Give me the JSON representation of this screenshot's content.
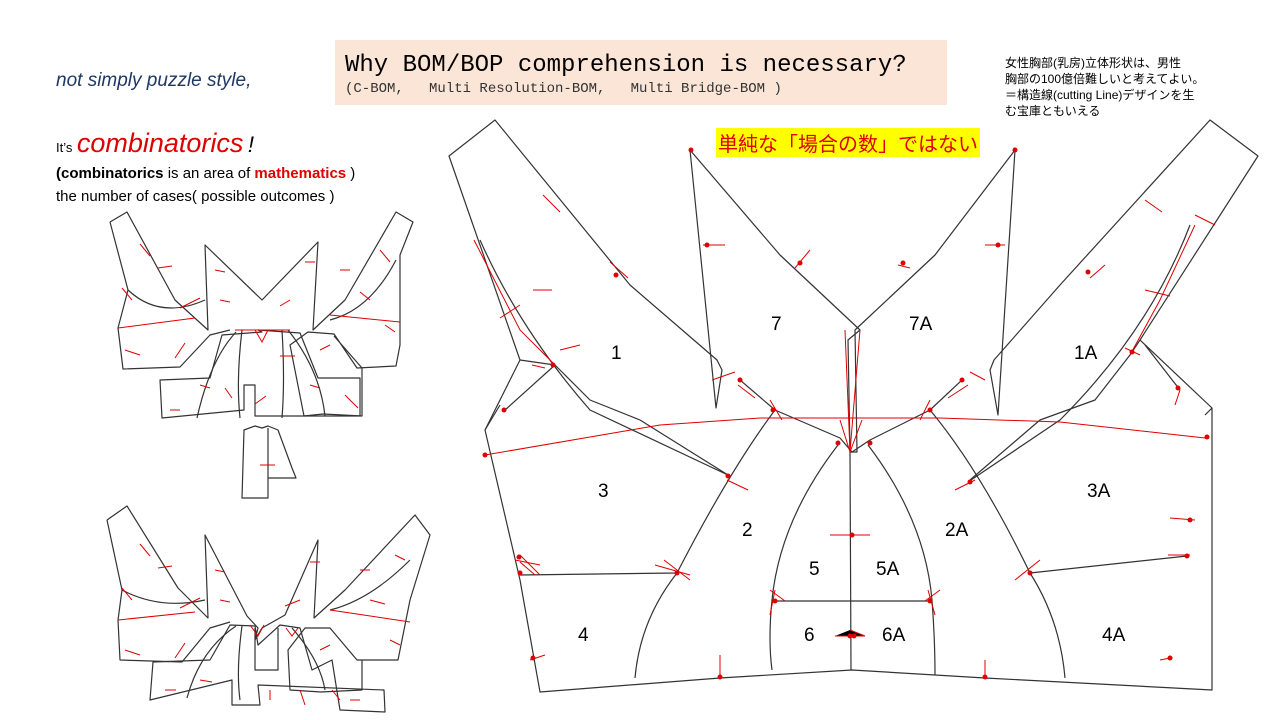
{
  "title": {
    "main": "Why BOM/BOP comprehension is necessary?",
    "sub": "(C-BOM,   Multi Resolution-BOM,   Multi Bridge-BOM )"
  },
  "japanese_note": {
    "line1": "女性胸部(乳房)立体形状は、男性",
    "line2": "胸部の100億倍難しいと考えてよい。",
    "line3": "＝構造線(cutting Line)デザインを生",
    "line4": "む宝庫ともいえる"
  },
  "left_text": {
    "puzzle": "not simply puzzle style,",
    "its": "It’s",
    "combinatorics_big": "combinatorics",
    "exclamation": "!",
    "def_open": "(",
    "def_term": "combinatorics",
    "def_mid": " is an area of ",
    "def_math": "mathematics",
    "def_close": " )",
    "cases": "the number of cases( possible outcomes )"
  },
  "highlight": "単純な「場合の数」ではない",
  "piece_labels": {
    "p1": "1",
    "p1a": "1A",
    "p7": "7",
    "p7a": "7A",
    "p3": "3",
    "p3a": "3A",
    "p2": "2",
    "p2a": "2A",
    "p5": "5",
    "p5a": "5A",
    "p6": "6",
    "p6a": "6A",
    "p4": "4",
    "p4a": "4A"
  },
  "colors": {
    "title_bg": "#fbe5d6",
    "accent_red": "#e00000",
    "navy": "#1f3864",
    "highlight_bg": "#ffff00",
    "outline": "#333333"
  }
}
